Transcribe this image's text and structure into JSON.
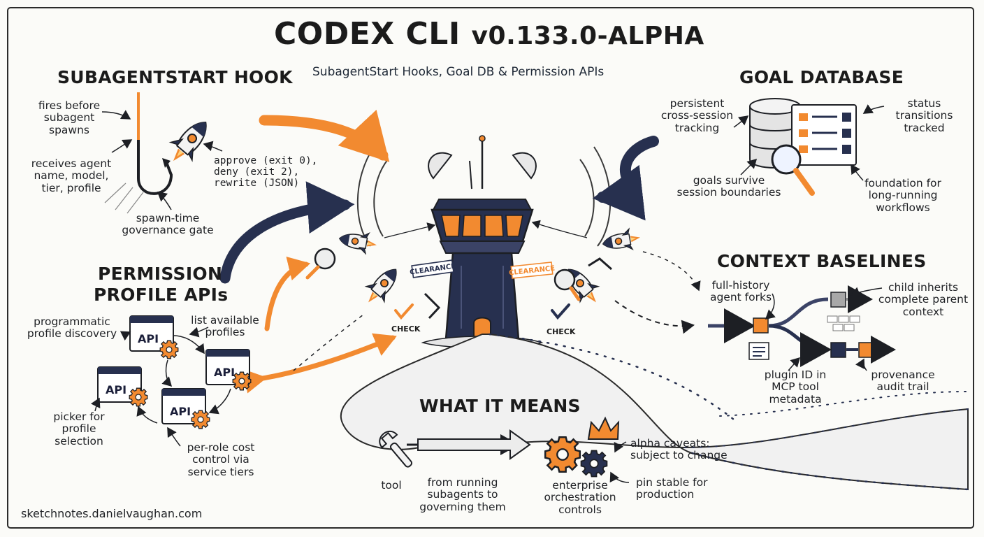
{
  "title": {
    "main": "CODEX CLI",
    "version": "v0.133.0-ALPHA"
  },
  "subtitle": "SubagentStart Hooks, Goal DB & Permission APIs",
  "colors": {
    "accent": "#f28a30",
    "navy": "#27304f",
    "ink": "#1d1f24",
    "paper": "#fbfbf8"
  },
  "sections": {
    "hook": {
      "heading": "SUBAGENTSTART HOOK",
      "fires_before": "fires before subagent spawns",
      "receives": "receives agent name, model, tier, profile",
      "decisions": "approve (exit 0), deny (exit 2), rewrite (JSON)",
      "gate": "spawn-time governance gate",
      "icons": [
        "hook-icon",
        "rocket-icon"
      ]
    },
    "goal_db": {
      "heading": "GOAL DATABASE",
      "persistent": "persistent cross-session tracking",
      "status": "status transitions tracked",
      "survive": "goals survive session boundaries",
      "foundation": "foundation for long-running workflows",
      "icons": [
        "database-icon",
        "checklist-icon",
        "magnifier-icon"
      ]
    },
    "permissions": {
      "heading_line1": "PERMISSION",
      "heading_line2": "PROFILE APIs",
      "api_label": "API",
      "discovery": "programmatic profile discovery",
      "list": "list available profiles",
      "picker": "picker for profile selection",
      "cost": "per-role cost control via service tiers",
      "icons": [
        "api-window-icon",
        "gear-icon"
      ]
    },
    "tower": {
      "clearance": "CLEARANCE",
      "check": "CHECK",
      "icons": [
        "control-tower-icon",
        "satellite-dish-icon",
        "rocket-icon",
        "checkmark-icon"
      ]
    },
    "context": {
      "heading": "CONTEXT BASELINES",
      "forks": "full-history agent forks",
      "inherits": "child inherits complete parent context",
      "plugin": "plugin ID in MCP tool metadata",
      "provenance": "provenance audit trail"
    },
    "meaning": {
      "heading": "WHAT IT MEANS",
      "tool": "tool",
      "running": "from running subagents to governing them",
      "enterprise": "enterprise orchestration controls",
      "alpha": "alpha caveats: subject to change",
      "pin": "pin stable for production",
      "icons": [
        "wrench-icon",
        "gears-icon",
        "crown-icon"
      ]
    }
  },
  "footer": "sketchnotes.danielvaughan.com"
}
